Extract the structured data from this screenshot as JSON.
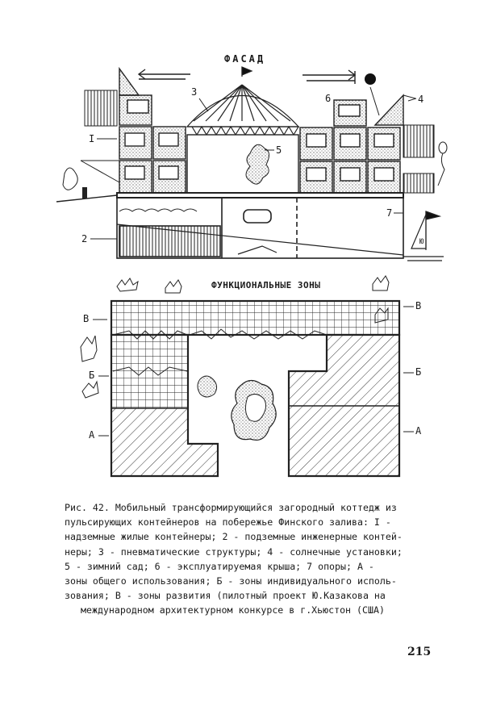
{
  "facade": {
    "title": "ФАСАД",
    "labels": {
      "l3": "3",
      "l4": "4",
      "l5": "5",
      "l6": "6",
      "l7": "7",
      "lI": "I",
      "l2": "2",
      "boat": "Ю"
    }
  },
  "zones": {
    "title": "ФУНКЦИОНАЛЬНЫЕ ЗОНЫ",
    "left_labels": [
      "В",
      "Б",
      "А"
    ],
    "right_labels": [
      "В",
      "Б",
      "А"
    ]
  },
  "caption": {
    "lines": [
      "Рис. 42. Мобильный трансформирующийся загородный коттедж из",
      "пульсирующих контейнеров на побережье Финского залива: I -",
      "надземные жилые контейнеры; 2 - подземные инженерные контей-",
      "неры; 3 - пневматические структуры; 4 - солнечные установки;",
      "5 - зимний сад; 6 - эксплуатируемая крыша; 7  опоры; А -",
      "зоны общего использования; Б - зоны индивидуального исполь-",
      "зования; В - зоны развития (пилотный проект Ю.Казакова на",
      "международном архитектурном конкурсе в г.Хьюстон (США)"
    ]
  },
  "page_number": "215"
}
